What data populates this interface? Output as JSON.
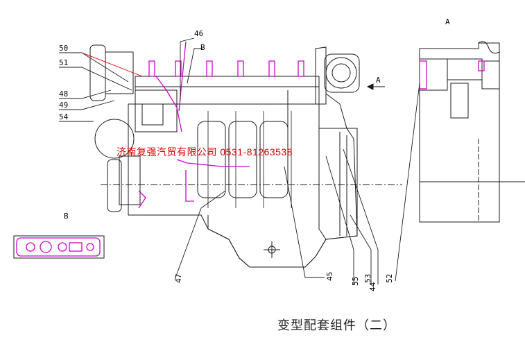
{
  "diagram": {
    "caption": "变型配套组件（二）",
    "watermark": "济南复强汽贸有限公司 0531-81263538",
    "view_labels": {
      "a_top": "A",
      "a_arrow": "A",
      "b_left": "B",
      "b_arrow": "B"
    },
    "part_numbers": {
      "p50": "50",
      "p51": "51",
      "p48": "48",
      "p49": "49",
      "p54": "54",
      "p46": "46",
      "p47": "47",
      "p45": "45",
      "p55": "55",
      "p53": "53",
      "p44": "44",
      "p52": "52"
    },
    "colors": {
      "line": "#1a1a1a",
      "accent": "#d000d0",
      "watermark": "#d80000",
      "leader_red": "#e00000"
    }
  }
}
